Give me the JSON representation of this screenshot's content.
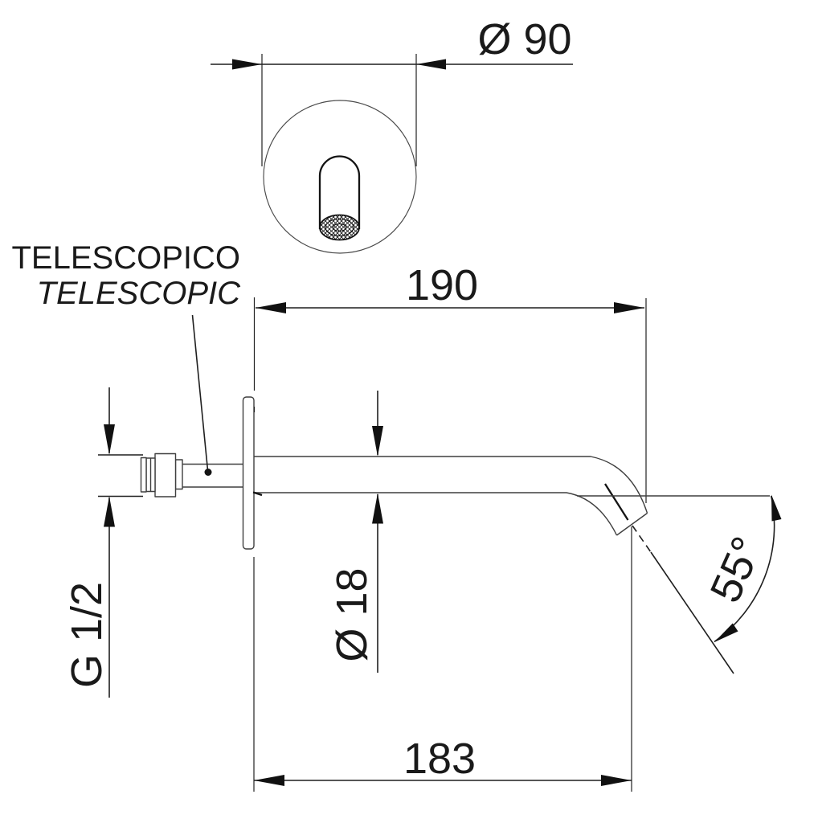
{
  "drawing": {
    "product_label": {
      "line1": "TELESCOPICO",
      "line2": "TELESCOPIC"
    },
    "dimensions": {
      "flange_diameter": "Ø 90",
      "spout_length": "190",
      "spout_outer_diameter": "Ø 18",
      "thread_size": "G 1/2",
      "outlet_angle": "55°",
      "projection": "183"
    },
    "colors": {
      "background": "#ffffff",
      "dimension_line": "#1f1f1f",
      "part_line": "#3f3f3f",
      "text": "#1a1a1a"
    }
  }
}
